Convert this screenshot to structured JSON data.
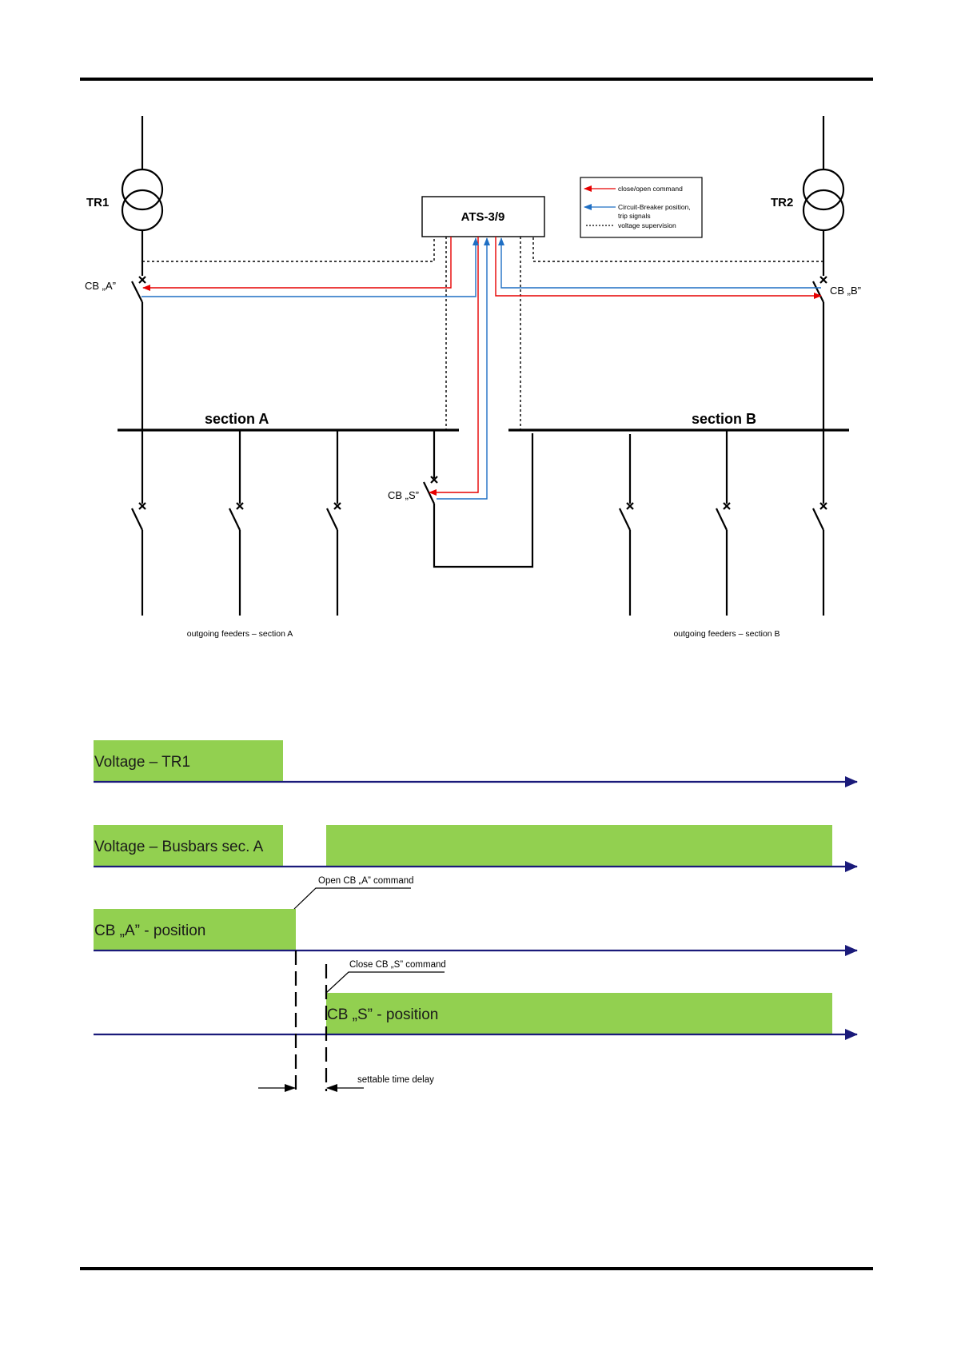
{
  "diagram": {
    "tr1": "TR1",
    "tr2": "TR2",
    "ats": "ATS-3/9",
    "cb_a": "CB „A”",
    "cb_b": "CB „B”",
    "cb_s": "CB „S”",
    "section_a": "section A",
    "section_b": "section B",
    "feeders_a": "outgoing feeders – section A",
    "feeders_b": "outgoing feeders – section B",
    "legend": {
      "close_open": "close/open command",
      "cb_position_1": "Circuit-Breaker position,",
      "cb_position_2": "trip signals",
      "voltage_supervision": "voltage supervision"
    },
    "colors": {
      "command": "#e60000",
      "position": "#1f6fc4",
      "supervision": "#000000"
    }
  },
  "timeline": {
    "rows": [
      {
        "label": "Voltage – TR1"
      },
      {
        "label": "Voltage – Busbars sec. A"
      },
      {
        "label": "CB „A” - position"
      },
      {
        "label": "CB „S” - position"
      }
    ],
    "open_cb_a": "Open CB „A” command",
    "close_cb_s": "Close CB „S” command",
    "delay": "settable time delay",
    "colors": {
      "bar": "#92d050",
      "axis": "#1a1a7a"
    }
  }
}
